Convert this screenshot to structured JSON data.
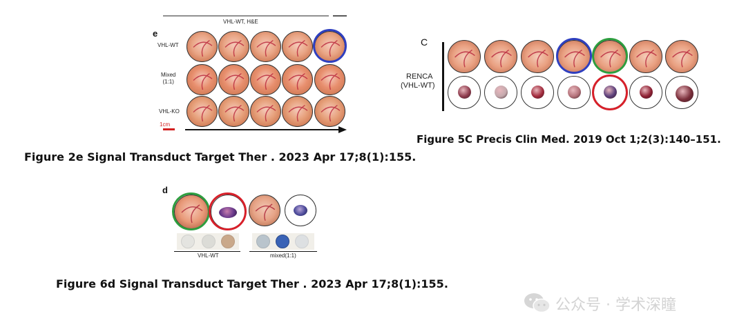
{
  "panel_e": {
    "letter": "e",
    "top_label": "VHL-WT, H&E",
    "rows": [
      {
        "label": "VHL-WT",
        "tone": "#e9a585"
      },
      {
        "label": "Mixed\n(1:1)",
        "tone": "#e88f6e"
      },
      {
        "label": "VHL-KO",
        "tone": "#e6a07a"
      }
    ],
    "scale": "1cm",
    "caption": "Figure 2e Signal Transduct Target Ther . 2023 Apr 17;8(1):155."
  },
  "panel_c": {
    "letter": "C",
    "row_label_1": "RENCA",
    "row_label_2": "(VHL-WT)",
    "caption": "Figure 5C Precis Clin Med. 2019 Oct 1;2(3):140–151."
  },
  "panel_d": {
    "letter": "d",
    "label_left": "VHL-WT",
    "label_right": "mixed(1:1)",
    "caption": "Figure 6d Signal Transduct Target Ther . 2023 Apr 17;8(1):155."
  },
  "watermark": "公众号 · 学术深瞳",
  "colors": {
    "blue_ring": "#2f3fbf",
    "green_ring": "#2e9e3f",
    "red_ring": "#d8202a",
    "scale_red": "#d21f1f"
  }
}
